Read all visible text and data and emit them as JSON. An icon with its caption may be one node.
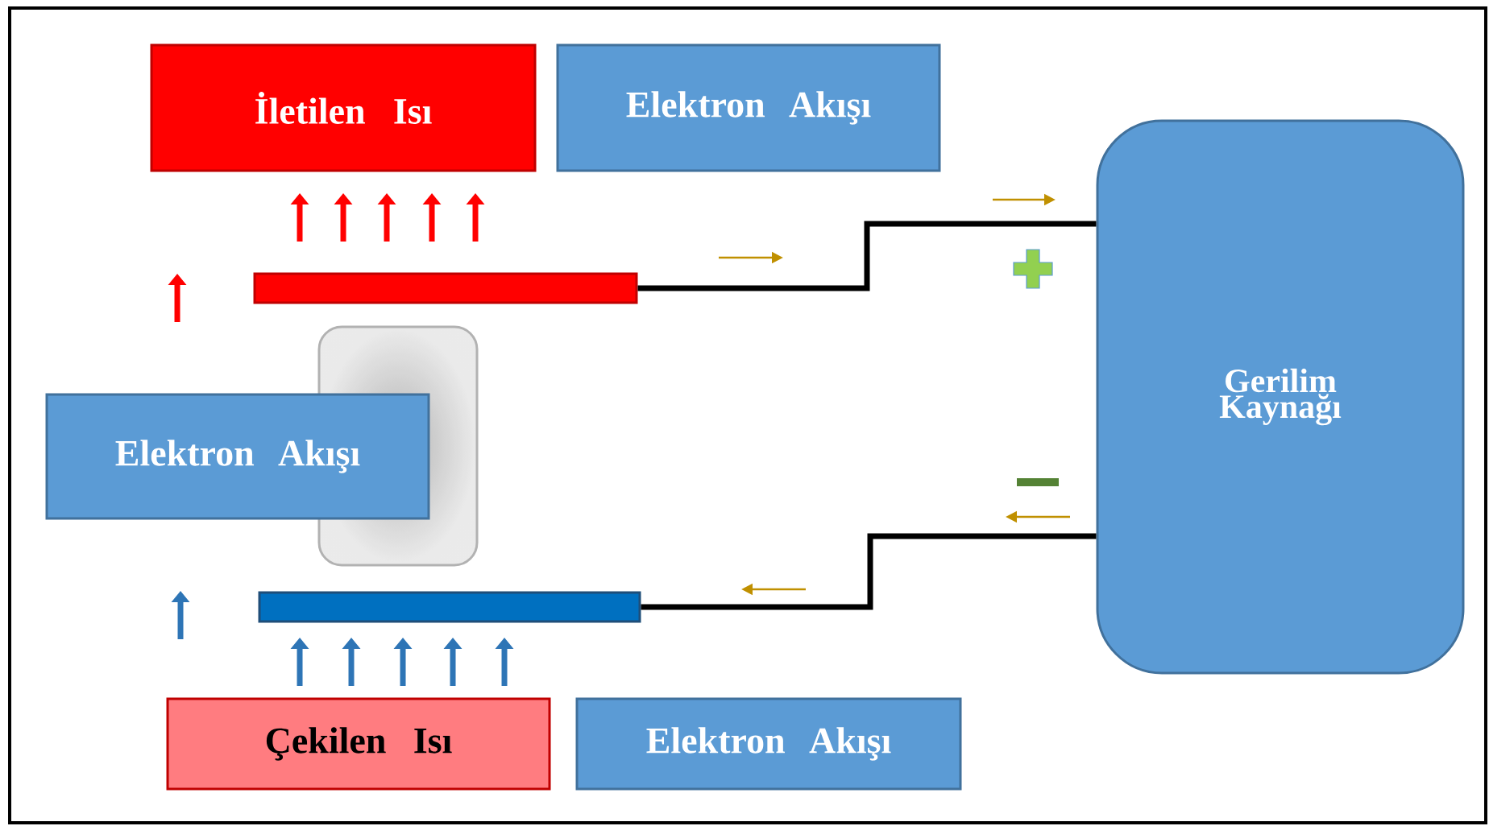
{
  "diagram": {
    "nodes": [
      {
        "text": [
          "İletilen Isı"
        ]
      },
      {
        "text": [
          "Elektron Akışı"
        ]
      },
      {
        "text": [],
        "shape": "bar"
      },
      {
        "text": [
          "Elektron Akışı"
        ]
      },
      {
        "text": [
          "Gerilim Kaynağı"
        ]
      },
      {
        "text": [],
        "shape": "bar"
      },
      {
        "text": [
          "Çekilen Isı"
        ]
      },
      {
        "text": [
          "Elektron Akışı"
        ]
      }
    ],
    "edges": [
      {
        "from": 2,
        "to": 4,
        "arrow": "none"
      },
      {
        "from": 5,
        "to": 4,
        "arrow": "none"
      }
    ]
  }
}
